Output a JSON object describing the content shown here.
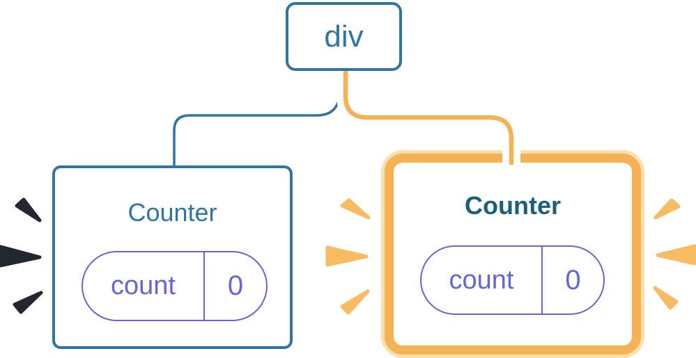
{
  "diagram": {
    "root_node": {
      "label": "div"
    },
    "counters": [
      {
        "title": "Counter",
        "state": {
          "key": "count",
          "value": "0"
        },
        "highlighted": false,
        "burst_color_name": "dark-navy"
      },
      {
        "title": "Counter",
        "state": {
          "key": "count",
          "value": "0"
        },
        "highlighted": true,
        "burst_color_name": "orange"
      }
    ]
  },
  "colors": {
    "blue": "#2f74a4",
    "teal": "#1a5f7d",
    "purple": "#6365d8",
    "orange": "#f5b254",
    "orangeLight": "#f7bb61",
    "halo": "#fbdfae",
    "dark": "#23272f",
    "cardBg": "#ffffff",
    "pageBg": "#ffffff"
  }
}
